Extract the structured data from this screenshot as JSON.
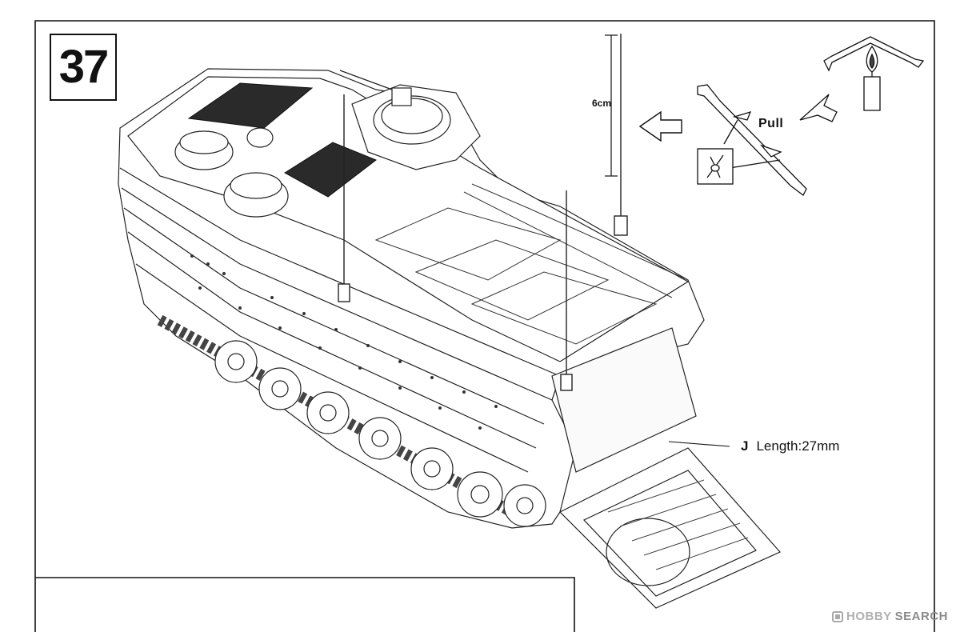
{
  "step": {
    "number": "37"
  },
  "annotations": {
    "part_letter": "J",
    "length": "Length:27mm",
    "ruler_length": "6cm",
    "pull": "Pull"
  },
  "watermark": {
    "brand": "HOBBY",
    "service": "SEARCH"
  },
  "colors": {
    "ink": "#111111",
    "paper": "#ffffff",
    "watermark": "#a9a9a9"
  },
  "icons": [
    "candle-icon",
    "nippers-icon",
    "direction-arrow-icon",
    "stretched-sprue-icon"
  ]
}
